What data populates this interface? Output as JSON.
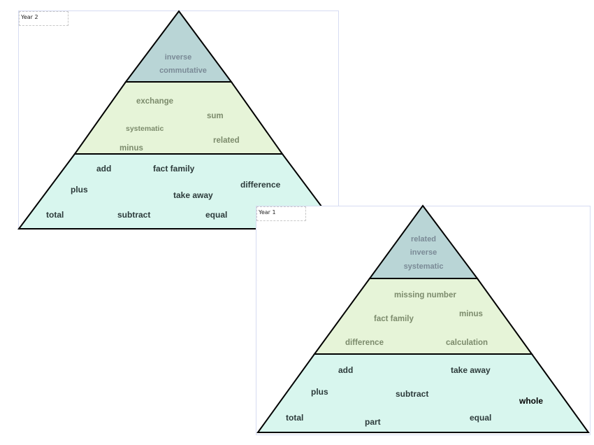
{
  "colors": {
    "top_tier": "#b9d5d6",
    "middle_tier": "#e6f4d8",
    "bottom_tier": "#d8f6ee",
    "outline": "#000000",
    "top_text": "#7a8a96",
    "middle_text": "#7c8b6c",
    "bottom_text": "#2d3b3b"
  },
  "year2": {
    "label": "Year 2",
    "top": [
      "inverse",
      "commutative"
    ],
    "middle": {
      "exchange": "exchange",
      "sum": "sum",
      "systematic": "systematic",
      "related": "related",
      "minus": "minus"
    },
    "bottom": {
      "add": "add",
      "fact_family": "fact family",
      "difference": "difference",
      "plus": "plus",
      "take_away": "take away",
      "total": "total",
      "subtract": "subtract",
      "equal": "equal"
    }
  },
  "year1": {
    "label": "Year 1",
    "top": [
      "related",
      "inverse",
      "systematic"
    ],
    "middle": {
      "missing_number": "missing number",
      "minus": "minus",
      "fact_family": "fact family",
      "difference": "difference",
      "calculation": "calculation"
    },
    "bottom": {
      "add": "add",
      "take_away": "take away",
      "plus": "plus",
      "subtract": "subtract",
      "whole": "whole",
      "total": "total",
      "part": "part",
      "equal": "equal"
    }
  }
}
